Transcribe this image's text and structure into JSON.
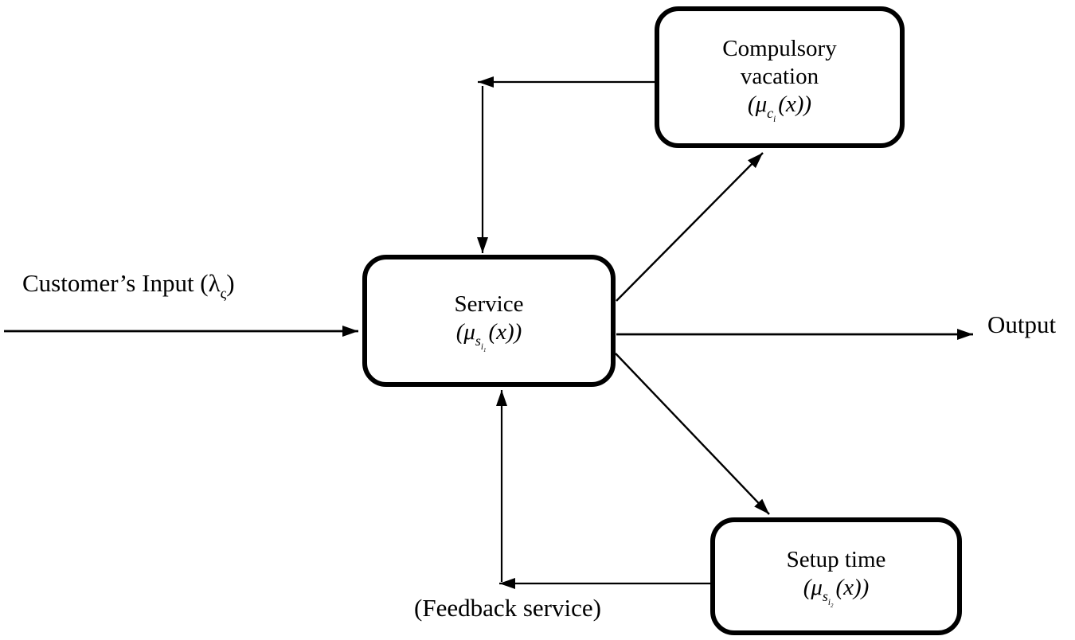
{
  "colors": {
    "background": "#ffffff",
    "line": "#000000",
    "box_border": "#000000",
    "text": "#000000"
  },
  "boxes": {
    "vacation": {
      "line1": "Compulsory",
      "line2": "vacation",
      "formula": {
        "pre": "(μ",
        "sub1": "c",
        "sub2": "i",
        "post": "(x))"
      }
    },
    "service": {
      "line1": "Service",
      "formula": {
        "pre": "(μ",
        "sub1": "s",
        "sub2": "i",
        "sub3": "1",
        "post": "(x))"
      }
    },
    "setup": {
      "line1": "Setup time",
      "formula": {
        "pre": "(μ",
        "sub1": "s",
        "sub2": "i",
        "sub3": "2",
        "post": "(x))"
      }
    }
  },
  "labels": {
    "input": {
      "pre": "Customer’s Input (λ",
      "sub": "ς",
      "post": ")"
    },
    "output": "Output",
    "feedback": "(Feedback service)"
  },
  "connections": [
    {
      "from": "customer-input",
      "to": "service",
      "style": "straight"
    },
    {
      "from": "service",
      "to": "output",
      "style": "straight"
    },
    {
      "from": "compulsory-vacation",
      "to": "service",
      "style": "elbow-left-down"
    },
    {
      "from": "service",
      "to": "compulsory-vacation",
      "style": "diagonal-up"
    },
    {
      "from": "service",
      "to": "setup-time",
      "style": "diagonal-down"
    },
    {
      "from": "setup-time",
      "to": "service",
      "style": "elbow-left-up",
      "label": "feedback"
    }
  ]
}
